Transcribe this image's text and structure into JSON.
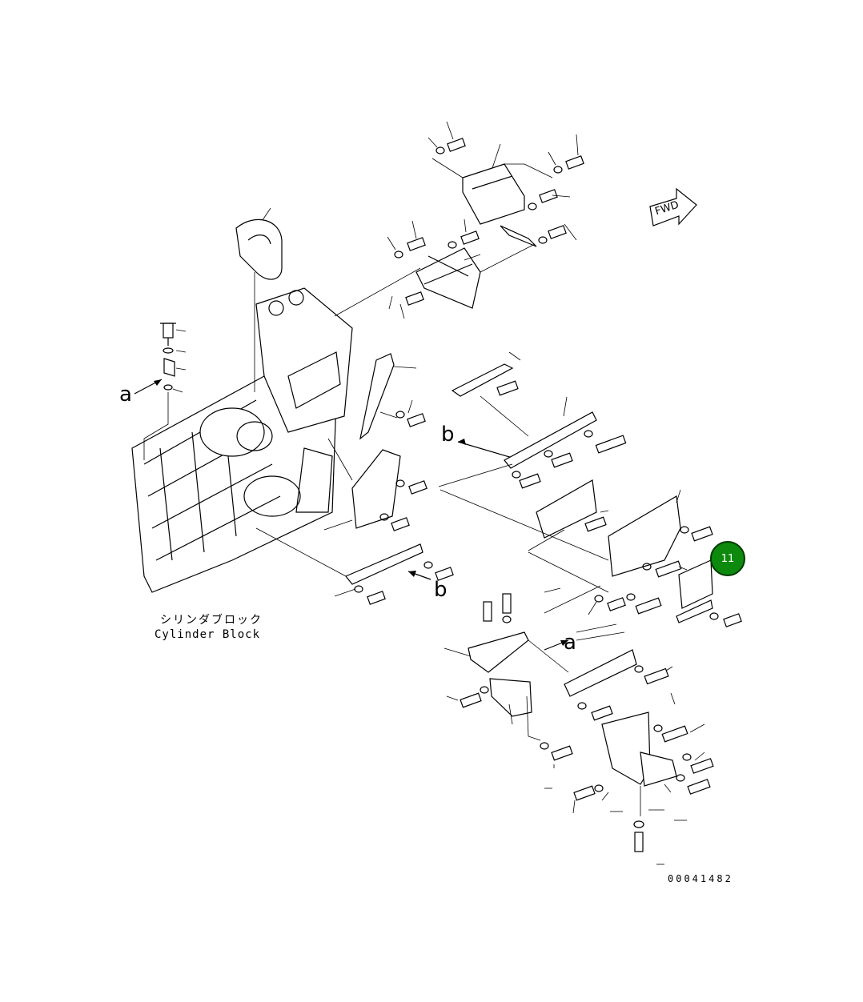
{
  "diagram": {
    "cylinder_block_jp": "シリンダブロック",
    "cylinder_block_en": "Cylinder Block",
    "fwd_label": "FWD",
    "ref_a_left": "a",
    "ref_b_left": "b",
    "ref_b_right": "b",
    "ref_a_right": "a",
    "drawing_number": "00041482"
  },
  "callouts": [
    {
      "number": "11",
      "color": "#0d8a0d"
    }
  ]
}
